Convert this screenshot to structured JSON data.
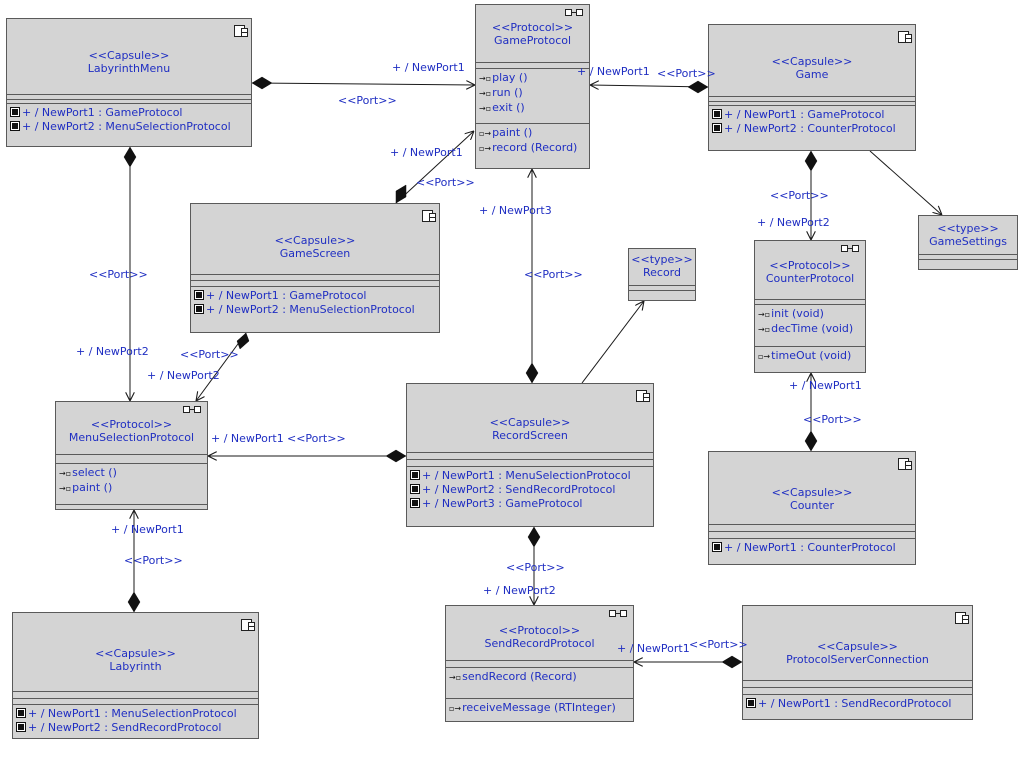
{
  "boxes": {
    "labyrinth_menu": {
      "stereotype": "<<Capsule>>",
      "name": "LabyrinthMenu",
      "ports": [
        "+ / NewPort1 : GameProtocol",
        "+ / NewPort2 : MenuSelectionProtocol"
      ]
    },
    "game_protocol": {
      "stereotype": "<<Protocol>>",
      "name": "GameProtocol",
      "in": [
        "play ()",
        "run ()",
        "exit ()"
      ],
      "out": [
        "paint ()",
        "record (Record)"
      ]
    },
    "game": {
      "stereotype": "<<Capsule>>",
      "name": "Game",
      "ports": [
        "+ / NewPort1 : GameProtocol",
        "+ / NewPort2 : CounterProtocol"
      ]
    },
    "game_screen": {
      "stereotype": "<<Capsule>>",
      "name": "GameScreen",
      "ports": [
        "+ / NewPort1 : GameProtocol",
        "+ / NewPort2 : MenuSelectionProtocol"
      ]
    },
    "record_type": {
      "stereotype": "<<type>>",
      "name": "Record"
    },
    "game_settings": {
      "stereotype": "<<type>>",
      "name": "GameSettings"
    },
    "counter_protocol": {
      "stereotype": "<<Protocol>>",
      "name": "CounterProtocol",
      "in": [
        "init (void)",
        "decTime (void)"
      ],
      "out": [
        "timeOut (void)"
      ]
    },
    "menu_selection_protocol": {
      "stereotype": "<<Protocol>>",
      "name": "MenuSelectionProtocol",
      "in": [
        "select ()",
        "paint ()"
      ],
      "out": []
    },
    "record_screen": {
      "stereotype": "<<Capsule>>",
      "name": "RecordScreen",
      "ports": [
        "+ / NewPort1 : MenuSelectionProtocol",
        "+ / NewPort2 : SendRecordProtocol",
        "+ / NewPort3 : GameProtocol"
      ]
    },
    "counter": {
      "stereotype": "<<Capsule>>",
      "name": "Counter",
      "ports": [
        "+ / NewPort1 : CounterProtocol"
      ]
    },
    "labyrinth": {
      "stereotype": "<<Capsule>>",
      "name": "Labyrinth",
      "ports": [
        "+ / NewPort1 : MenuSelectionProtocol",
        "+ / NewPort2 : SendRecordProtocol"
      ]
    },
    "send_record_protocol": {
      "stereotype": "<<Protocol>>",
      "name": "SendRecordProtocol",
      "in": [
        "sendRecord (Record)"
      ],
      "out": [
        "receiveMessage (RTInteger)"
      ]
    },
    "protocol_server_connection": {
      "stereotype": "<<Capsule>>",
      "name": "ProtocolServerConnection",
      "ports": [
        "+ / NewPort1 : SendRecordProtocol"
      ]
    }
  },
  "edge_labels": {
    "lm_gp_role": "+ / NewPort1",
    "lm_gp_stereo": "<<Port>>",
    "game_gp_role": "+ / NewPort1",
    "game_gp_stereo": "<<Port>>",
    "gs_gp_role": "+ / NewPort1",
    "gs_gp_stereo": "<<Port>>",
    "rs_gp_role": "+ / NewPort3",
    "rs_gp_stereo": "<<Port>>",
    "game_cp_stereo": "<<Port>>",
    "game_cp_role": "+ / NewPort2",
    "lm_msp_stereo": "<<Port>>",
    "lm_msp_role": "+ / NewPort2",
    "gs_msp_stereo": "<<Port>>",
    "gs_msp_role": "+ / NewPort2",
    "rs_msp_role": "+ / NewPort1",
    "rs_msp_stereo": "<<Port>>",
    "counter_cp_role": "+ / NewPort1",
    "counter_cp_stereo": "<<Port>>",
    "lab_msp_role": "+ / NewPort1",
    "lab_msp_stereo": "<<Port>>",
    "rs_srp_stereo": "<<Port>>",
    "rs_srp_role": "+ / NewPort2",
    "psc_srp_role": "+ / NewPort1",
    "psc_srp_stereo": "<<Port>>"
  },
  "colors": {
    "box_fill": "#d4d4d4",
    "box_border": "#5a5a5a",
    "text": "#1f2ec2",
    "line": "#1a1a1a"
  }
}
